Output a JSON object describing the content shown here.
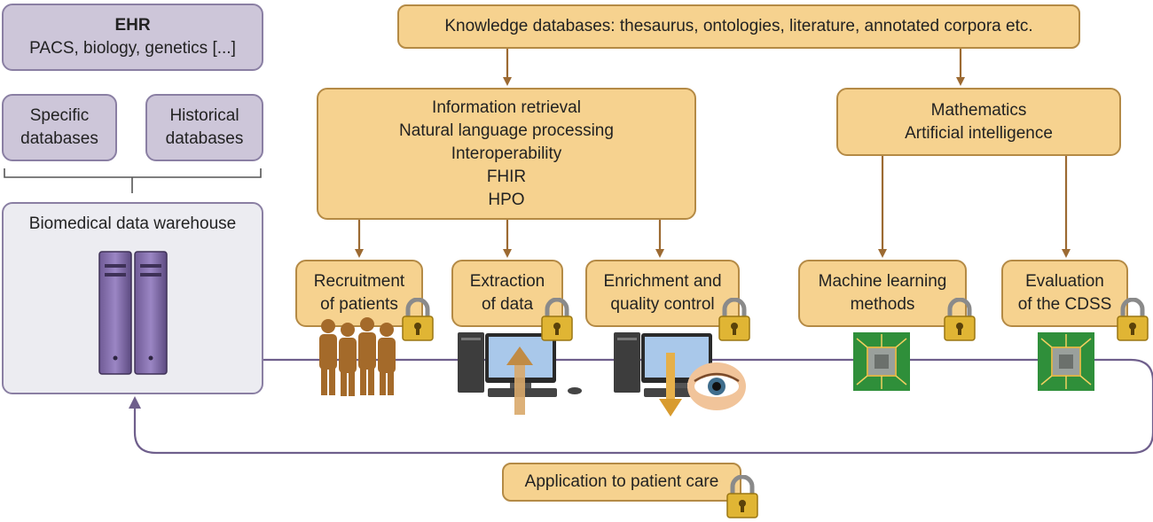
{
  "sources": {
    "ehr_title": "EHR",
    "ehr_subtitle": "PACS, biology, genetics [...]",
    "specific_line1": "Specific",
    "specific_line2": "databases",
    "historical_line1": "Historical",
    "historical_line2": "databases",
    "warehouse_title": "Biomedical data warehouse"
  },
  "knowledge": {
    "label": "Knowledge databases: thesaurus, ontologies, literature, annotated corpora etc."
  },
  "info_methods": {
    "lines": [
      "Information retrieval",
      "Natural language processing",
      "Interoperability",
      "FHIR",
      "HPO"
    ]
  },
  "math_methods": {
    "lines": [
      "Mathematics",
      "Artificial intelligence"
    ]
  },
  "steps": {
    "recruitment": [
      "Recruitment",
      "of patients"
    ],
    "extraction": [
      "Extraction",
      "of data"
    ],
    "enrichment": [
      "Enrichment and",
      "quality control"
    ],
    "machine_learning": [
      "Machine learning",
      "methods"
    ],
    "evaluation": [
      "Evaluation",
      "of the CDSS"
    ]
  },
  "application": {
    "label": "Application to patient care"
  },
  "colors": {
    "purple_fill": "#cdc6d9",
    "purple_stroke": "#8a7fa3",
    "orange_fill": "#f6d28f",
    "orange_stroke": "#b48a45",
    "arrow_brown": "#9c6a32",
    "lock_gold": "#e0b534"
  }
}
